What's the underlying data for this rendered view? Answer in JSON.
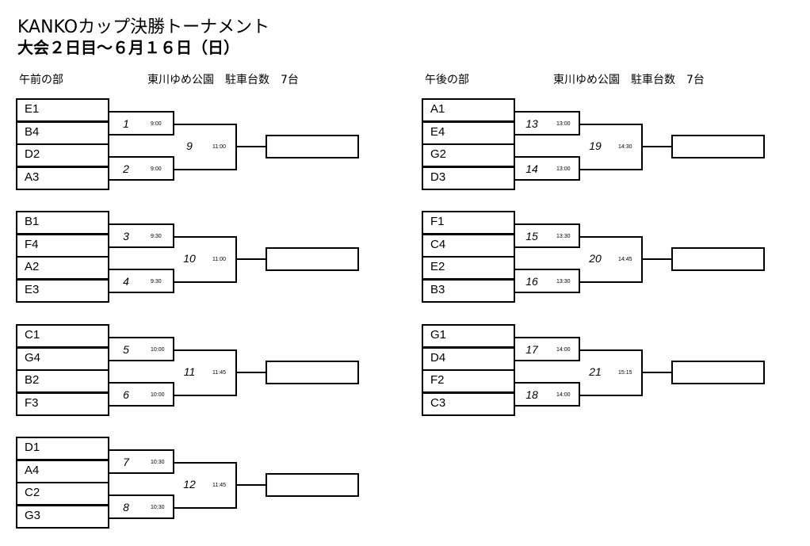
{
  "title": "KANKOカップ決勝トーナメント",
  "subtitle": "大会２日目～６月１６日（日）",
  "sections": [
    {
      "label": "午前の部",
      "venue": "東川ゆめ公園　駐車台数　7台",
      "brackets": [
        {
          "teams": [
            "E1",
            "B4",
            "D2",
            "A3"
          ],
          "semis": [
            {
              "num": "1",
              "time": "9:00"
            },
            {
              "num": "2",
              "time": "9:00"
            }
          ],
          "final": {
            "num": "9",
            "time": "11:00"
          }
        },
        {
          "teams": [
            "B1",
            "F4",
            "A2",
            "E3"
          ],
          "semis": [
            {
              "num": "3",
              "time": "9:30"
            },
            {
              "num": "4",
              "time": "9:30"
            }
          ],
          "final": {
            "num": "10",
            "time": "11:00"
          }
        },
        {
          "teams": [
            "C1",
            "G4",
            "B2",
            "F3"
          ],
          "semis": [
            {
              "num": "5",
              "time": "10:00"
            },
            {
              "num": "6",
              "time": "10:00"
            }
          ],
          "final": {
            "num": "11",
            "time": "11:45"
          }
        },
        {
          "teams": [
            "D1",
            "A4",
            "C2",
            "G3"
          ],
          "semis": [
            {
              "num": "7",
              "time": "10:30"
            },
            {
              "num": "8",
              "time": "10:30"
            }
          ],
          "final": {
            "num": "12",
            "time": "11:45"
          }
        }
      ]
    },
    {
      "label": "午後の部",
      "venue": "東川ゆめ公園　駐車台数　7台",
      "brackets": [
        {
          "teams": [
            "A1",
            "E4",
            "G2",
            "D3"
          ],
          "semis": [
            {
              "num": "13",
              "time": "13:00"
            },
            {
              "num": "14",
              "time": "13:00"
            }
          ],
          "final": {
            "num": "19",
            "time": "14:30"
          }
        },
        {
          "teams": [
            "F1",
            "C4",
            "E2",
            "B3"
          ],
          "semis": [
            {
              "num": "15",
              "time": "13:30"
            },
            {
              "num": "16",
              "time": "13:30"
            }
          ],
          "final": {
            "num": "20",
            "time": "14:45"
          }
        },
        {
          "teams": [
            "G1",
            "D4",
            "F2",
            "C3"
          ],
          "semis": [
            {
              "num": "17",
              "time": "14:00"
            },
            {
              "num": "18",
              "time": "14:00"
            }
          ],
          "final": {
            "num": "21",
            "time": "15:15"
          }
        }
      ]
    }
  ]
}
